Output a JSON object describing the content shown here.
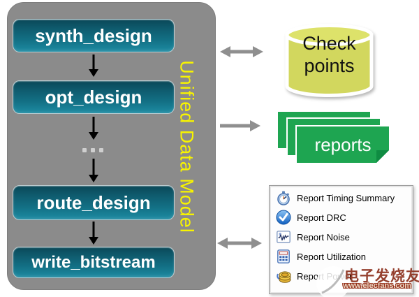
{
  "flow": {
    "model_label": "Unified Data Model",
    "steps": [
      {
        "label": "synth_design"
      },
      {
        "label": "opt_design"
      },
      {
        "label": "route_design"
      },
      {
        "label": "write_bitstream"
      }
    ],
    "ellipsis": "..."
  },
  "outputs": {
    "checkpoints": {
      "label": "Check points",
      "fill_color": "#d2d75e",
      "top_color": "#dde26a"
    },
    "reports": {
      "label": "reports",
      "fill_color": "#1ea551",
      "card_count": 3
    }
  },
  "report_menu": {
    "items": [
      {
        "icon": "stopwatch-icon",
        "label": "Report Timing Summary"
      },
      {
        "icon": "check-circle-icon",
        "label": "Report DRC"
      },
      {
        "icon": "waveform-icon",
        "label": "Report Noise"
      },
      {
        "icon": "calculator-icon",
        "label": "Report Utilization"
      },
      {
        "icon": "coins-icon",
        "label": "Report Power"
      }
    ]
  },
  "watermark": {
    "brand": "电子发烧友",
    "url": "www.elecfans.com"
  },
  "colors": {
    "container_gray": "#8b8b8b",
    "step_teal": "#137186",
    "model_label_yellow": "#f8f400",
    "arrow_gray": "#8f8f8f",
    "arrow_black": "#000000"
  }
}
